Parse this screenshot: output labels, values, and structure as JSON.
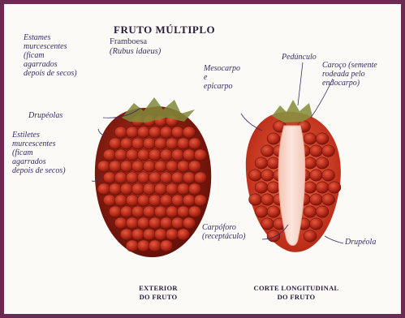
{
  "title": "FRUTO MÚLTIPLO",
  "subtitle": {
    "common_name": "Framboesa",
    "scientific_name": "(Rubus idaeus)"
  },
  "labels": {
    "stamens": [
      "Estames",
      "murcescentes",
      "(ficam",
      "agarrados",
      "depois de secos)"
    ],
    "drupelets_left": "Drupéolas",
    "styles": [
      "Estiletes",
      "murcescentes",
      "(ficam",
      "agarrados",
      "depois de secos)"
    ],
    "mesocarp": [
      "Mesocarpo",
      "e",
      "epicarpo"
    ],
    "peduncle": "Pedúnculo",
    "core": [
      "Caroço (semente",
      "rodeada pelo",
      "endocarpo)"
    ],
    "carpophore": [
      "Carpóforo",
      "(receptáculo)"
    ],
    "drupelet_right": "Drupéola"
  },
  "captions": {
    "exterior": [
      "EXTERIOR",
      "DO FRUTO"
    ],
    "section": [
      "CORTE LONGITUDINAL",
      "DO FRUTO"
    ]
  },
  "colors": {
    "frame": "#6b2a52",
    "berry_dark": "#8a1a12",
    "berry_mid": "#c0331f",
    "berry_light": "#e3573a",
    "receptacle": "#f1d2c8",
    "label_text": "#3b2a66"
  }
}
